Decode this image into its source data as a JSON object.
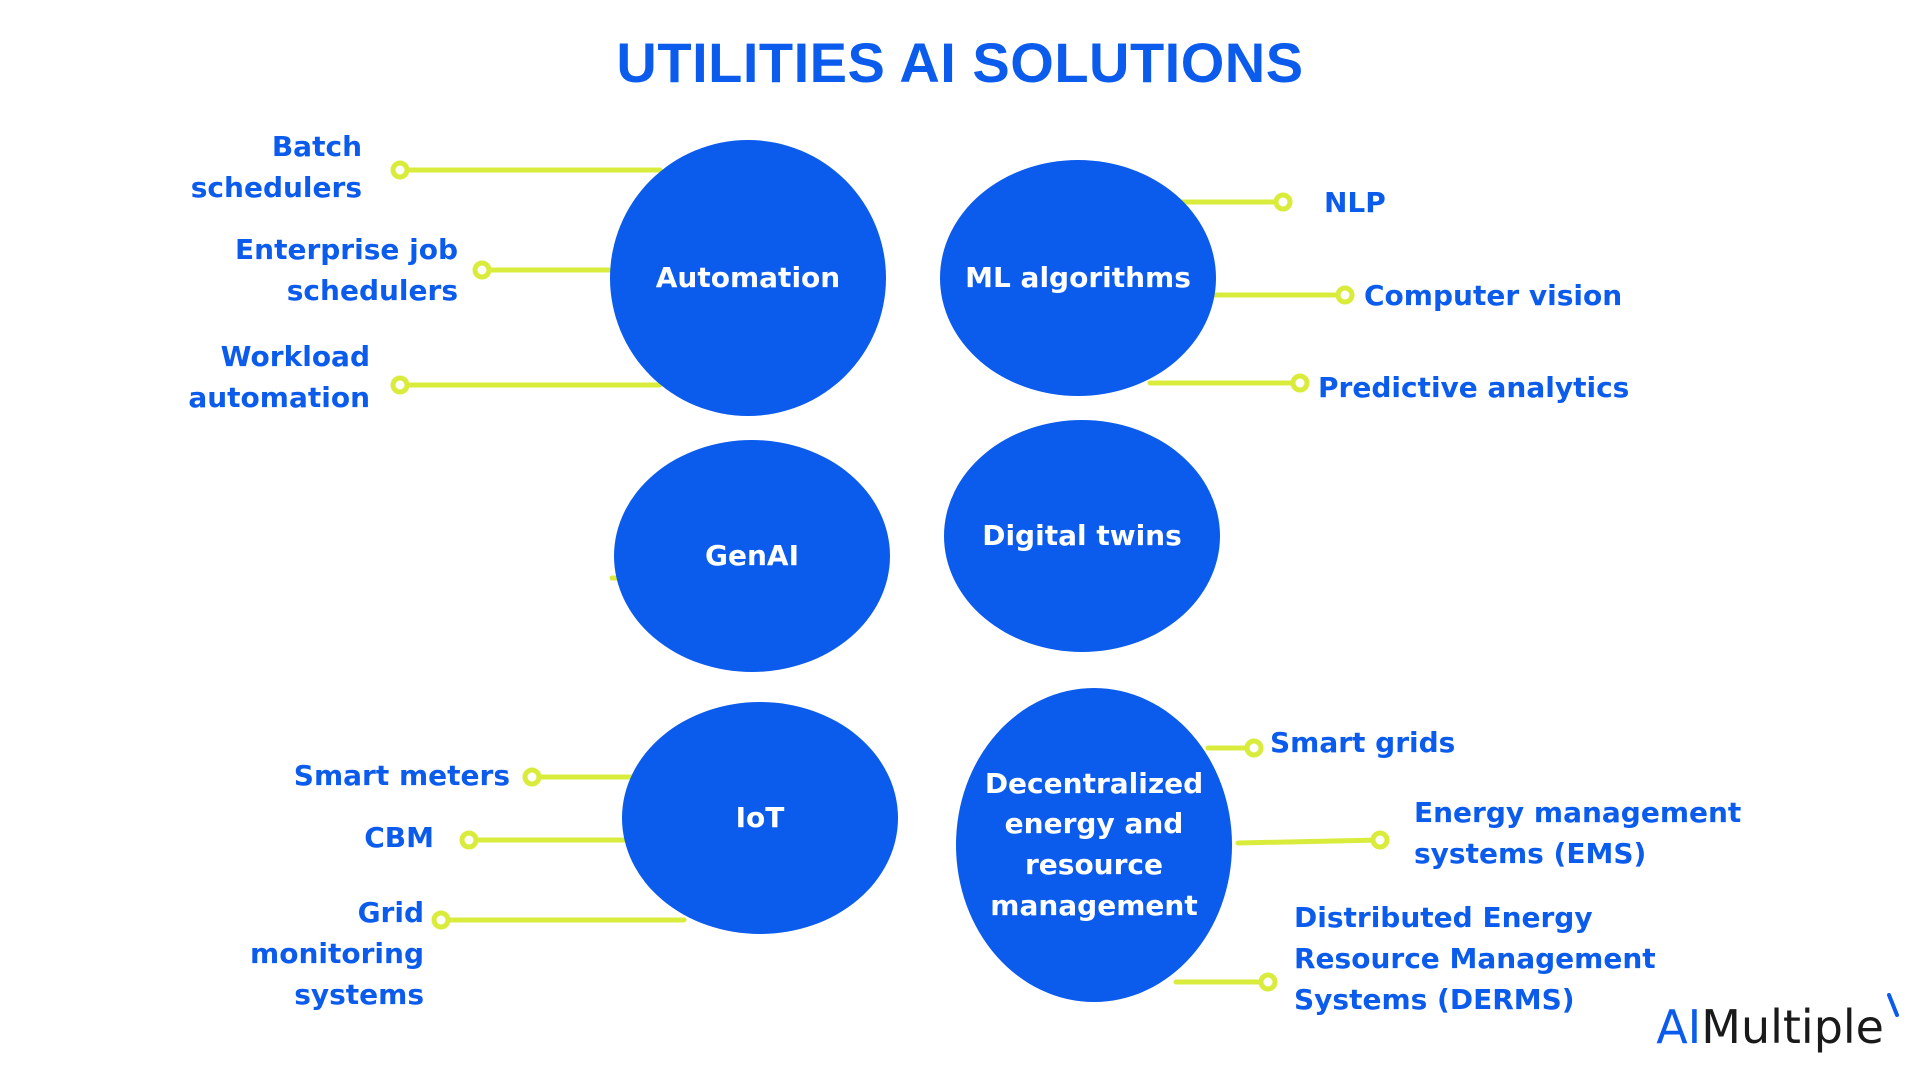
{
  "title": "UTILITIES AI SOLUTIONS",
  "colors": {
    "accent": "#0b5bed",
    "connector": "#d9ec3c",
    "node_text": "#ffffff"
  },
  "nodes": [
    {
      "id": "automation",
      "label": "Automation"
    },
    {
      "id": "ml",
      "label": "ML algorithms"
    },
    {
      "id": "genai",
      "label": "GenAI"
    },
    {
      "id": "twins",
      "label": "Digital twins"
    },
    {
      "id": "iot",
      "label": "IoT"
    },
    {
      "id": "der",
      "label": "Decentralized energy and resource management"
    }
  ],
  "branches": {
    "automation": [
      "Batch schedulers",
      "Enterprise job schedulers",
      "Workload automation"
    ],
    "ml": [
      "NLP",
      "Computer vision",
      "Predictive analytics"
    ],
    "iot": [
      "Smart meters",
      "CBM",
      "Grid monitoring systems"
    ],
    "der": [
      "Smart grids",
      "Energy management systems (EMS)",
      "Distributed Energy Resource Management Systems (DERMS)"
    ]
  },
  "brand": {
    "ai": "AI",
    "rest": "Multiple"
  }
}
